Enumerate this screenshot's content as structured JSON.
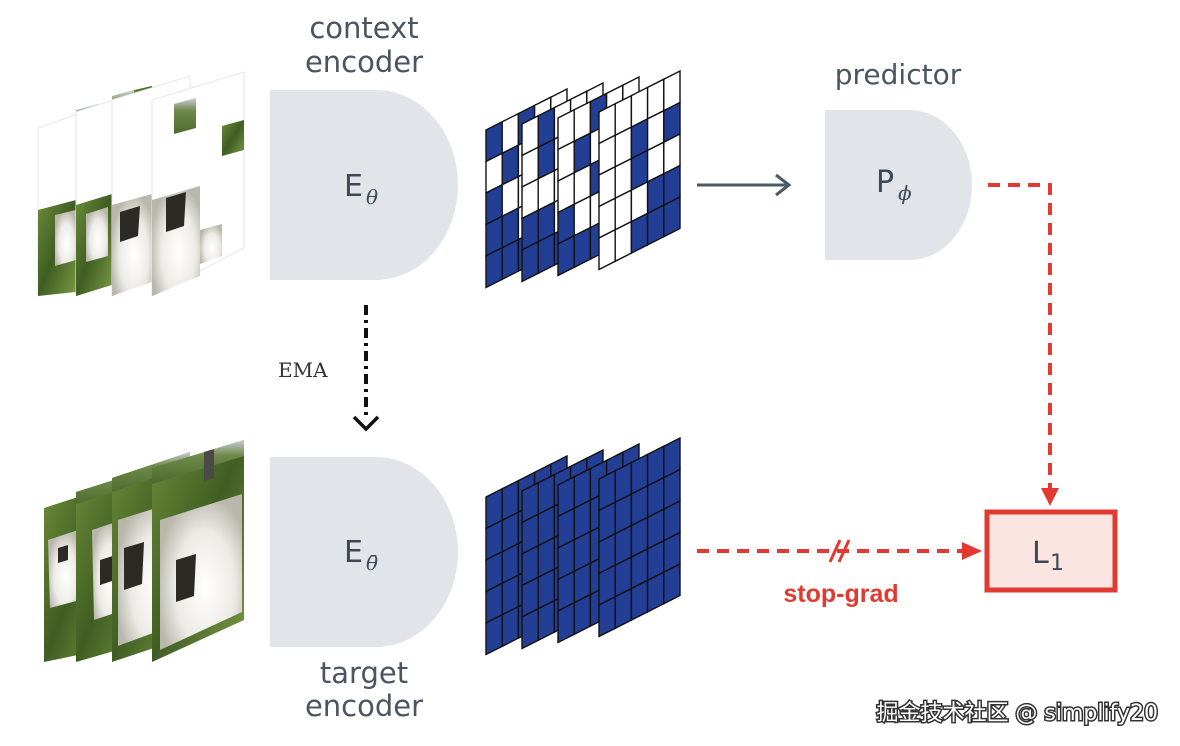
{
  "labels": {
    "context_encoder_line1": "context",
    "context_encoder_line2": "encoder",
    "target_encoder_line1": "target",
    "target_encoder_line2": "encoder",
    "predictor": "predictor",
    "ema": "EMA",
    "stop_grad": "stop-grad",
    "watermark": "掘金技术社区 @ simplify20"
  },
  "symbols": {
    "context_encoder": "E",
    "context_encoder_sub": "θ",
    "target_encoder": "E",
    "target_encoder_sub": "θ̄",
    "predictor": "P",
    "predictor_sub": "ϕ",
    "loss": "L",
    "loss_sub": "1"
  },
  "colors": {
    "block_fill": "#e1e5ea",
    "token_blue": "#233e95",
    "loss_red": "#e23a30",
    "loss_fill": "#fbe5e3",
    "arrow_gray": "#4c5a66",
    "text_gray": "#4a5561"
  },
  "masks": {
    "context_top": [
      [
        1,
        0,
        1,
        0,
        0
      ],
      [
        0,
        1,
        0,
        1,
        1
      ],
      [
        1,
        0,
        0,
        1,
        1
      ],
      [
        1,
        1,
        0,
        1,
        1
      ],
      [
        1,
        1,
        1,
        1,
        1
      ]
    ],
    "frame2": [
      [
        0,
        1,
        0,
        0,
        0
      ],
      [
        0,
        1,
        0,
        0,
        1
      ],
      [
        0,
        0,
        0,
        1,
        1
      ],
      [
        1,
        1,
        0,
        1,
        1
      ],
      [
        1,
        1,
        1,
        1,
        1
      ]
    ],
    "frame3": [
      [
        0,
        0,
        1,
        0,
        0
      ],
      [
        0,
        1,
        0,
        0,
        1
      ],
      [
        0,
        0,
        1,
        0,
        1
      ],
      [
        1,
        0,
        0,
        1,
        1
      ],
      [
        1,
        1,
        1,
        1,
        1
      ]
    ],
    "frame4": [
      [
        0,
        0,
        0,
        0,
        0
      ],
      [
        0,
        0,
        1,
        0,
        1
      ],
      [
        0,
        0,
        1,
        0,
        0
      ],
      [
        0,
        0,
        0,
        1,
        1
      ],
      [
        0,
        0,
        1,
        1,
        1
      ]
    ]
  }
}
